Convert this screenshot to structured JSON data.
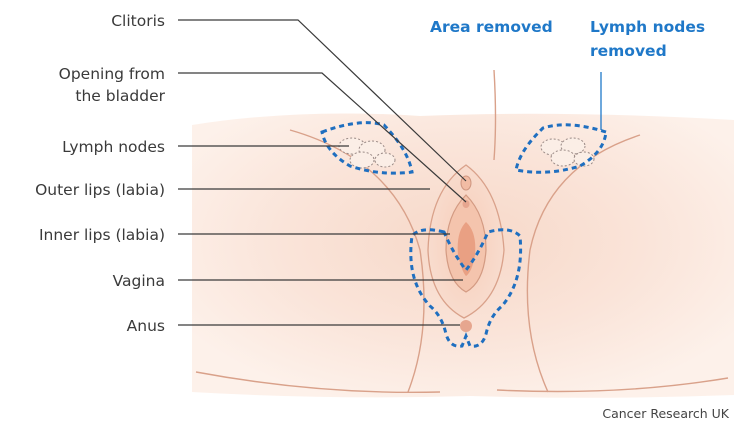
{
  "labels": {
    "clitoris": "Clitoris",
    "opening_line1": "Opening from",
    "opening_line2": "the bladder",
    "lymph_nodes": "Lymph nodes",
    "outer_lips": "Outer lips (labia)",
    "inner_lips": "Inner lips (labia)",
    "vagina": "Vagina",
    "anus": "Anus"
  },
  "callouts": {
    "area_removed": "Area removed",
    "lymph_removed_line1": "Lymph nodes",
    "lymph_removed_line2": "removed"
  },
  "credit": "Cancer Research UK",
  "colors": {
    "skin_light": "#fbe9df",
    "skin_mid": "#f6d4c3",
    "skin_edge": "#f0c6b1",
    "contour": "#d9a18a",
    "removed_outline": "#1f6fc0",
    "callout_text": "#1f78c8",
    "label_text": "#3a3a3a"
  }
}
